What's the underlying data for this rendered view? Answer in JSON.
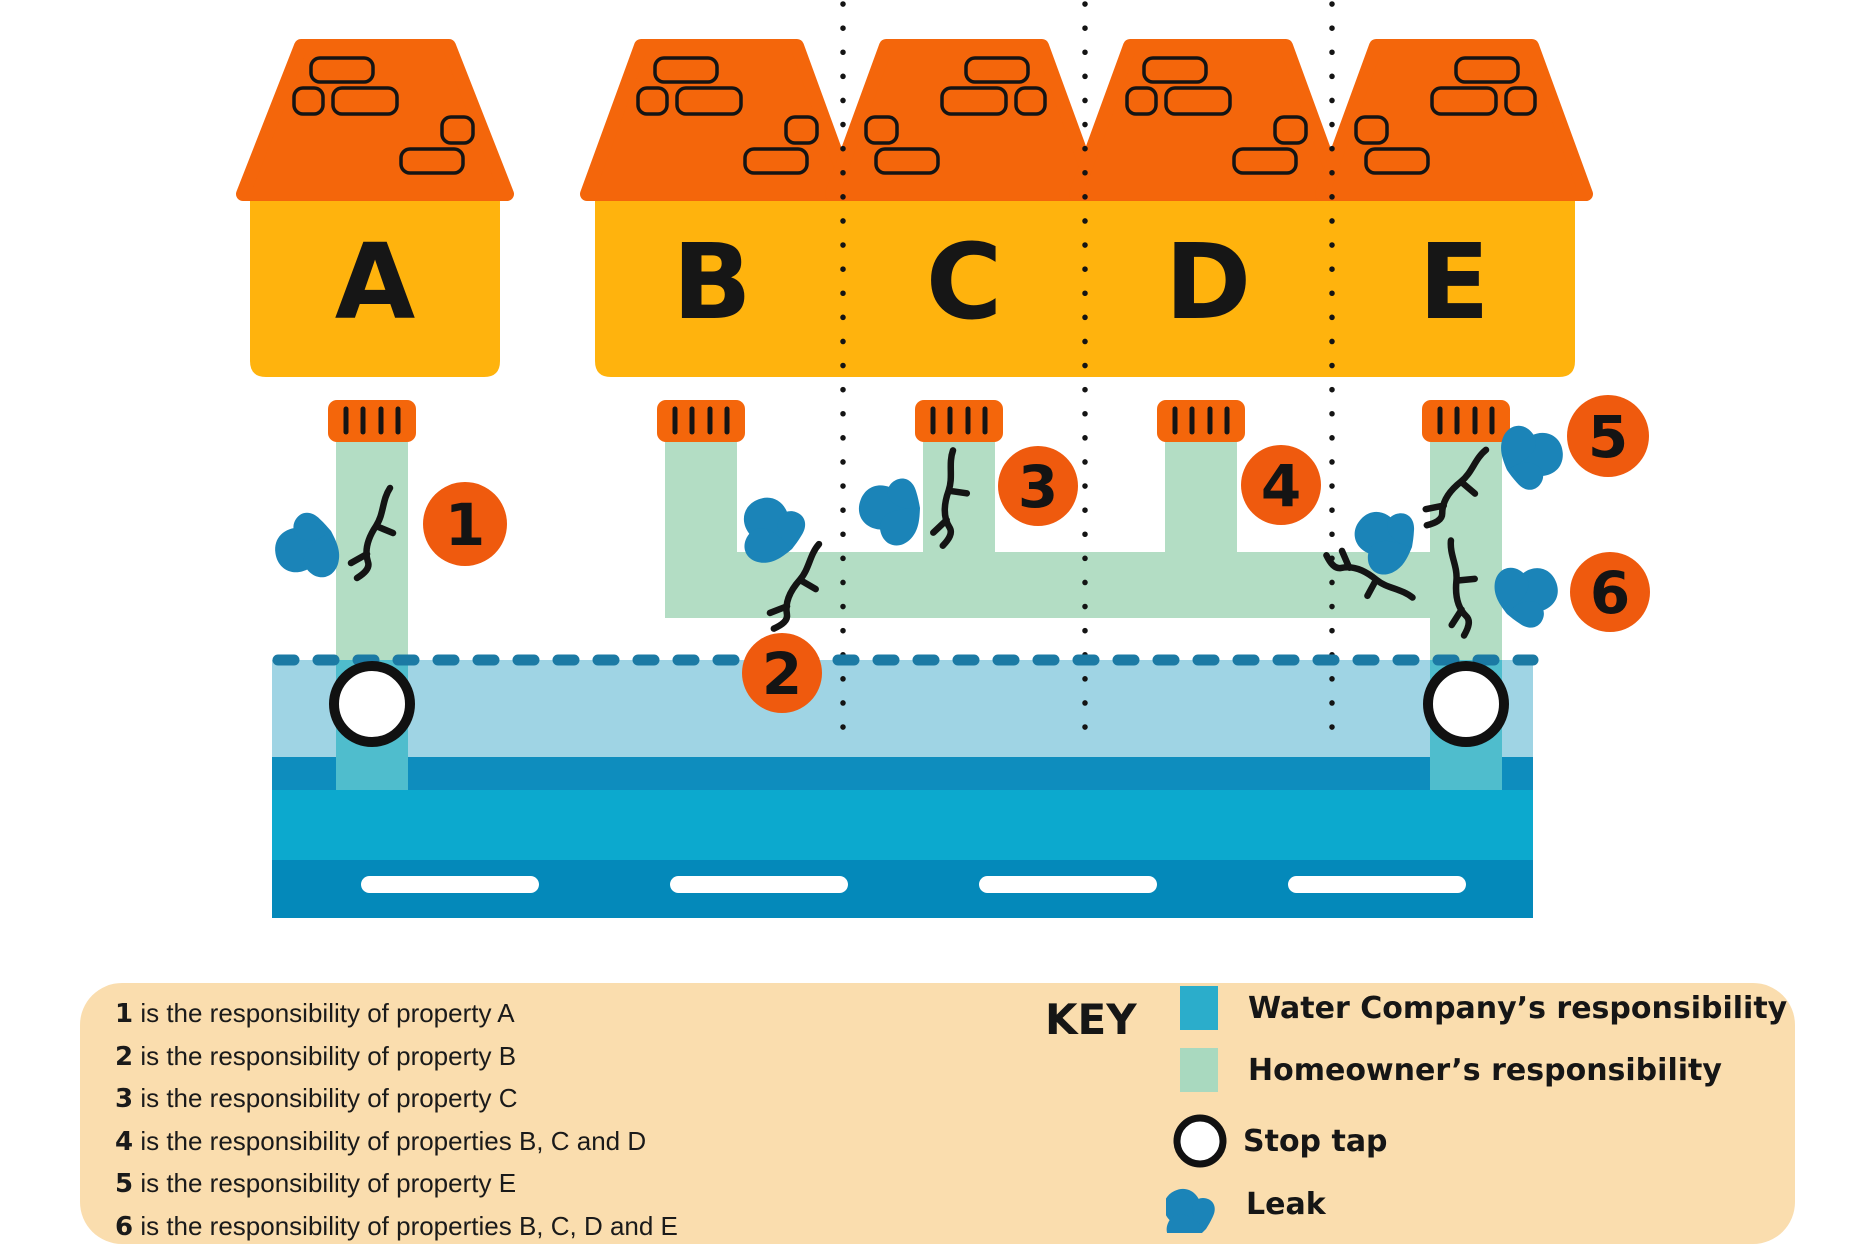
{
  "houses": [
    {
      "label": "A"
    },
    {
      "label": "B"
    },
    {
      "label": "C"
    },
    {
      "label": "D"
    },
    {
      "label": "E"
    }
  ],
  "callouts": [
    {
      "n": "1"
    },
    {
      "n": "2"
    },
    {
      "n": "3"
    },
    {
      "n": "4"
    },
    {
      "n": "5"
    },
    {
      "n": "6"
    }
  ],
  "legend": {
    "items": [
      {
        "num": "1",
        "text": " is the responsibility of property A"
      },
      {
        "num": "2",
        "text": " is the responsibility of property B"
      },
      {
        "num": "3",
        "text": " is the responsibility of property C"
      },
      {
        "num": "4",
        "text": " is the responsibility of properties B, C and D"
      },
      {
        "num": "5",
        "text": " is the responsibility of property E"
      },
      {
        "num": "6",
        "text": " is the responsibility of properties B, C, D and E"
      }
    ]
  },
  "key": {
    "title": "KEY",
    "water_company": {
      "label": "Water Company’s responsibility",
      "color": "#2BADCB"
    },
    "homeowner": {
      "label": "Homeowner’s responsibility",
      "color": "#A9D9BF"
    },
    "stop_tap": {
      "label": "Stop tap"
    },
    "leak": {
      "label": "Leak"
    }
  },
  "colors": {
    "roof_orange": "#F4660B",
    "house_amber": "#FFB30D",
    "callout_orange": "#EF5A0E",
    "pipe_green": "#B3DDC4",
    "service_pipe_teal": "#4FBDCD",
    "ground_light_blue": "#9FD4E4",
    "ground_dark_band": "#0E8DBE",
    "water_main_cyan": "#0CA9CE",
    "road_band": "#0489BA",
    "boundary_dash_blue": "#1B7AA4",
    "leak_blue": "#1B84B8",
    "panel_peach": "#FADDAE",
    "ink": "#161616"
  }
}
